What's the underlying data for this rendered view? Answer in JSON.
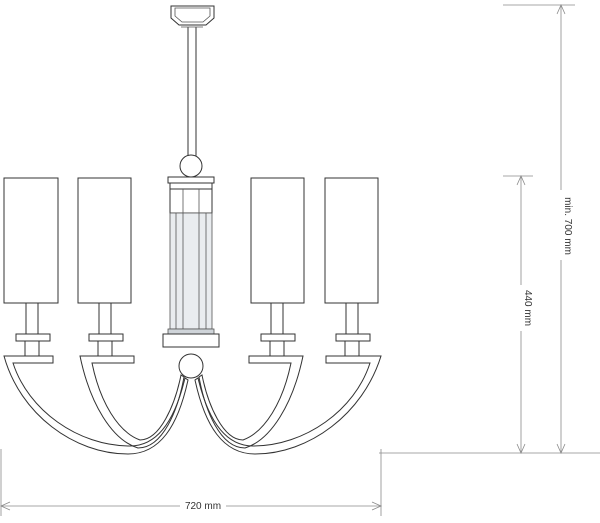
{
  "dimensions": {
    "width": "720 mm",
    "height_fixture": "440 mm",
    "height_min": "min. 700 mm"
  },
  "colors": {
    "line": "#333333",
    "dimension_line": "#8a8a8a",
    "glass_fill": "#e9ecef"
  }
}
